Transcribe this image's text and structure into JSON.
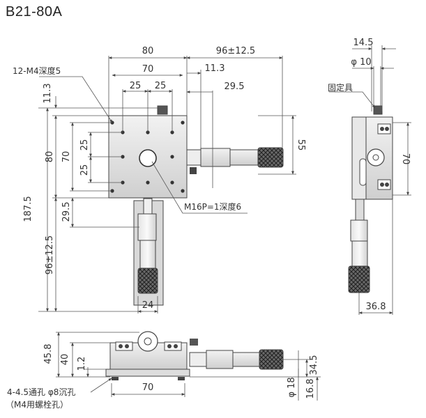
{
  "title": "B21-80A",
  "top_view": {
    "dims": [
      "80",
      "70",
      "25",
      "25",
      "96±12.5",
      "11.3",
      "29.5",
      "11.3",
      "80",
      "70",
      "25",
      "25",
      "187.5",
      "29.5",
      "96±12.5",
      "55",
      "24"
    ],
    "callout_tap": "12-M4深度5",
    "callout_center": "M16P=1深度6"
  },
  "side_view": {
    "dims": [
      "14.5",
      "φ 10",
      "70",
      "36.8"
    ],
    "callout_lock": "固定具"
  },
  "front_view": {
    "dims": [
      "45.8",
      "40",
      "1.2",
      "70",
      "34.5",
      "φ 18",
      "16.8"
    ],
    "callout_hole_1": "4-4.5通孔 φ8沉孔",
    "callout_hole_2": "（M4用螺栓孔）"
  }
}
